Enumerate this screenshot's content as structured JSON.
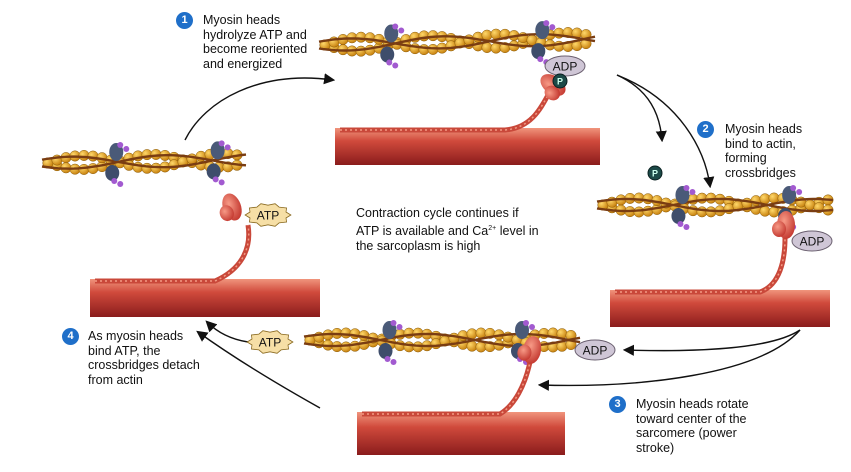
{
  "steps": [
    {
      "number": "1",
      "lines": [
        "Myosin heads",
        "hydrolyze ATP and",
        "become reoriented",
        "and energized"
      ]
    },
    {
      "number": "2",
      "lines": [
        "Myosin heads",
        "bind to actin,",
        "forming",
        "crossbridges"
      ]
    },
    {
      "number": "3",
      "lines": [
        "Myosin heads rotate",
        "toward center of the",
        "sarcomere (power",
        "stroke)"
      ]
    },
    {
      "number": "4",
      "lines": [
        "As myosin heads",
        "bind ATP, the",
        "crossbridges detach",
        "from actin"
      ]
    }
  ],
  "note": {
    "line1": "Contraction cycle continues if",
    "line2a": "ATP is available and Ca",
    "sup": "2+",
    "line2b": " level in",
    "line3": "the sarcoplasm is high"
  },
  "molecules": {
    "adp": "ADP",
    "atp": "ATP",
    "phosphate": "P"
  },
  "colors": {
    "step_badge": "#1f6fc9",
    "thick_filament": "#c9403a",
    "actin_bead": "#e8a21e",
    "troponin": "#4a5a78",
    "atp_burst": "#f6dfa6",
    "adp_ellipse": "#cfc6d6"
  }
}
